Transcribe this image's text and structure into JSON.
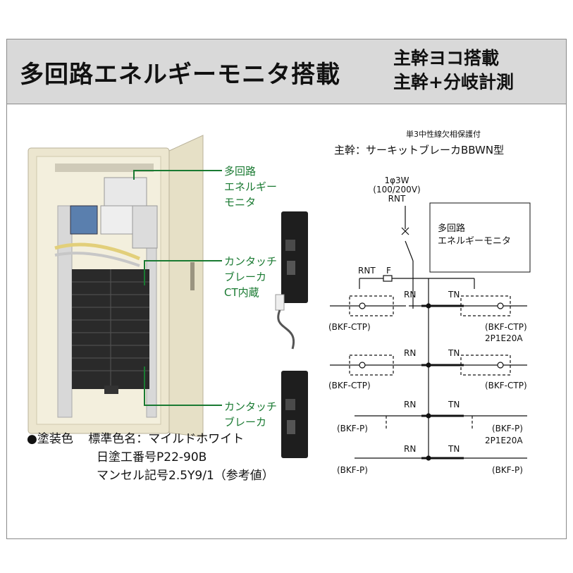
{
  "header": {
    "title": "多回路エネルギーモニタ搭載",
    "subtitle_line1": "主幹ヨコ搭載",
    "subtitle_line2": "主幹+分岐計測"
  },
  "callouts": {
    "monitor": [
      "多回路",
      "エネルギー",
      "モニタ"
    ],
    "ct_breaker": [
      "カンタッチ",
      "ブレーカ",
      "CT内蔵"
    ],
    "breaker": [
      "カンタッチ",
      "ブレーカ"
    ]
  },
  "paint": {
    "bullet_label": "●塗装色",
    "line1": "標準色名：マイルドホワイト",
    "line2": "日塗工番号P22-90B",
    "line3": "マンセル記号2.5Y9/1（参考値）"
  },
  "diagram": {
    "note": "単3中性線欠相保護付",
    "main_breaker": "主幹：サーキットブレーカBBWN型",
    "supply_line1": "1φ3W",
    "supply_line2": "(100/200V)",
    "supply_line3": "RNT",
    "monitor_line1": "多回路",
    "monitor_line2": "エネルギーモニタ",
    "rnt": "RNT",
    "f": "F",
    "rn": "RN",
    "tn": "TN",
    "bkf_ctp": "(BKF-CTP)",
    "bkf_p": "(BKF-P)",
    "rating": "2P1E20A"
  },
  "colors": {
    "header_bg": "#d9d9d9",
    "callout_green": "#1a7a32",
    "cabinet": "#ece6cf"
  }
}
